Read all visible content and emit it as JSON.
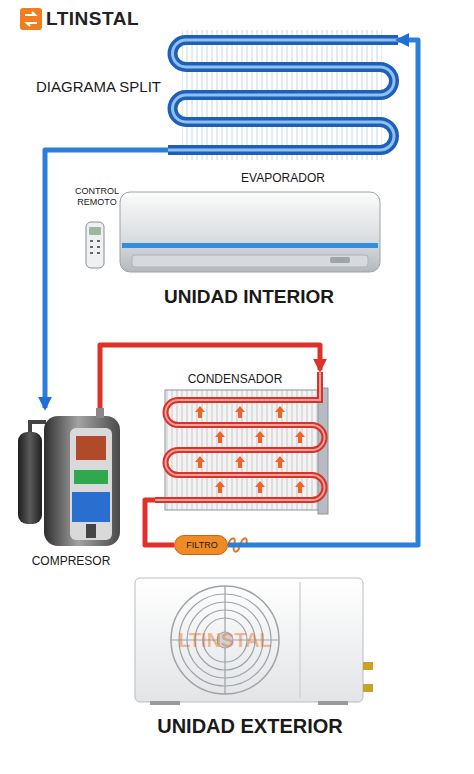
{
  "diagram": {
    "title": "DIAGRAMA SPLIT",
    "nodes": [
      {
        "text": [
          "EVAPORADOR"
        ]
      },
      {
        "text": [
          "CONTROL REMOTO"
        ]
      },
      {
        "text": [
          "UNIDAD INTERIOR"
        ]
      },
      {
        "text": [
          "CONDENSADOR"
        ]
      },
      {
        "text": [
          "COMPRESOR"
        ]
      },
      {
        "text": [
          "FILTRO"
        ]
      },
      {
        "text": [
          "LTINSTAL",
          "UNIDAD EXTERIOR"
        ]
      }
    ],
    "edges": [
      {
        "from": 4,
        "to": 3,
        "arrow": "to"
      },
      {
        "from": 3,
        "to": 5,
        "arrow": "none"
      },
      {
        "from": 5,
        "to": 0,
        "arrow": "to"
      },
      {
        "from": 0,
        "to": 4,
        "arrow": "to"
      }
    ],
    "labels": [
      "LTINSTAL"
    ]
  }
}
